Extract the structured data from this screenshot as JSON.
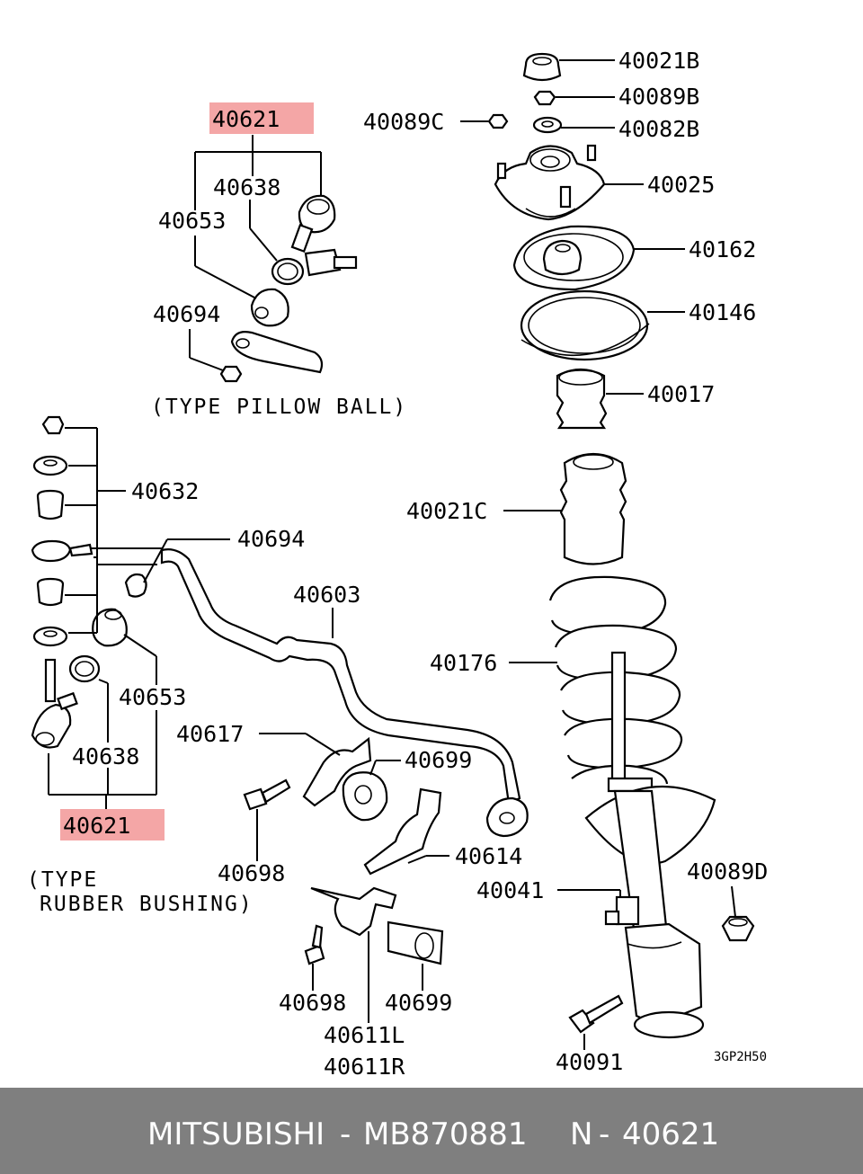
{
  "labels": {
    "p40021B": "40021B",
    "p40089B": "40089B",
    "p40089C": "40089C",
    "p40082B": "40082B",
    "p40025": "40025",
    "p40162": "40162",
    "p40146": "40146",
    "p40017": "40017",
    "p40021C": "40021C",
    "p40176": "40176",
    "p40041": "40041",
    "p40089D": "40089D",
    "p40091": "40091",
    "top40621": "40621",
    "top40638": "40638",
    "top40653": "40653",
    "top40694": "40694",
    "p40632": "40632",
    "mid40694": "40694",
    "p40603": "40603",
    "bot40653": "40653",
    "p40617": "40617",
    "bot40638": "40638",
    "p40699a": "40699",
    "bot40621": "40621",
    "p40698a": "40698",
    "p40614": "40614",
    "p40698b": "40698",
    "p40699b": "40699",
    "p40611L": "40611L",
    "p40611R": "40611R"
  },
  "notes": {
    "pillow_ball": "(TYPE PILLOW BALL)",
    "rubber_line1": "(TYPE",
    "rubber_line2": "RUBBER BUSHING)",
    "diagram_code": "3GP2H50"
  },
  "footer": {
    "brand": "MITSUBISHI",
    "sep1": "-",
    "part_number": "MB870881",
    "n_label": "N",
    "sep2": "-",
    "ref_number": "40621"
  },
  "colors": {
    "highlight": "#f4a6a6",
    "footer_bg": "#7f7f7f",
    "footer_text": "#ffffff"
  }
}
